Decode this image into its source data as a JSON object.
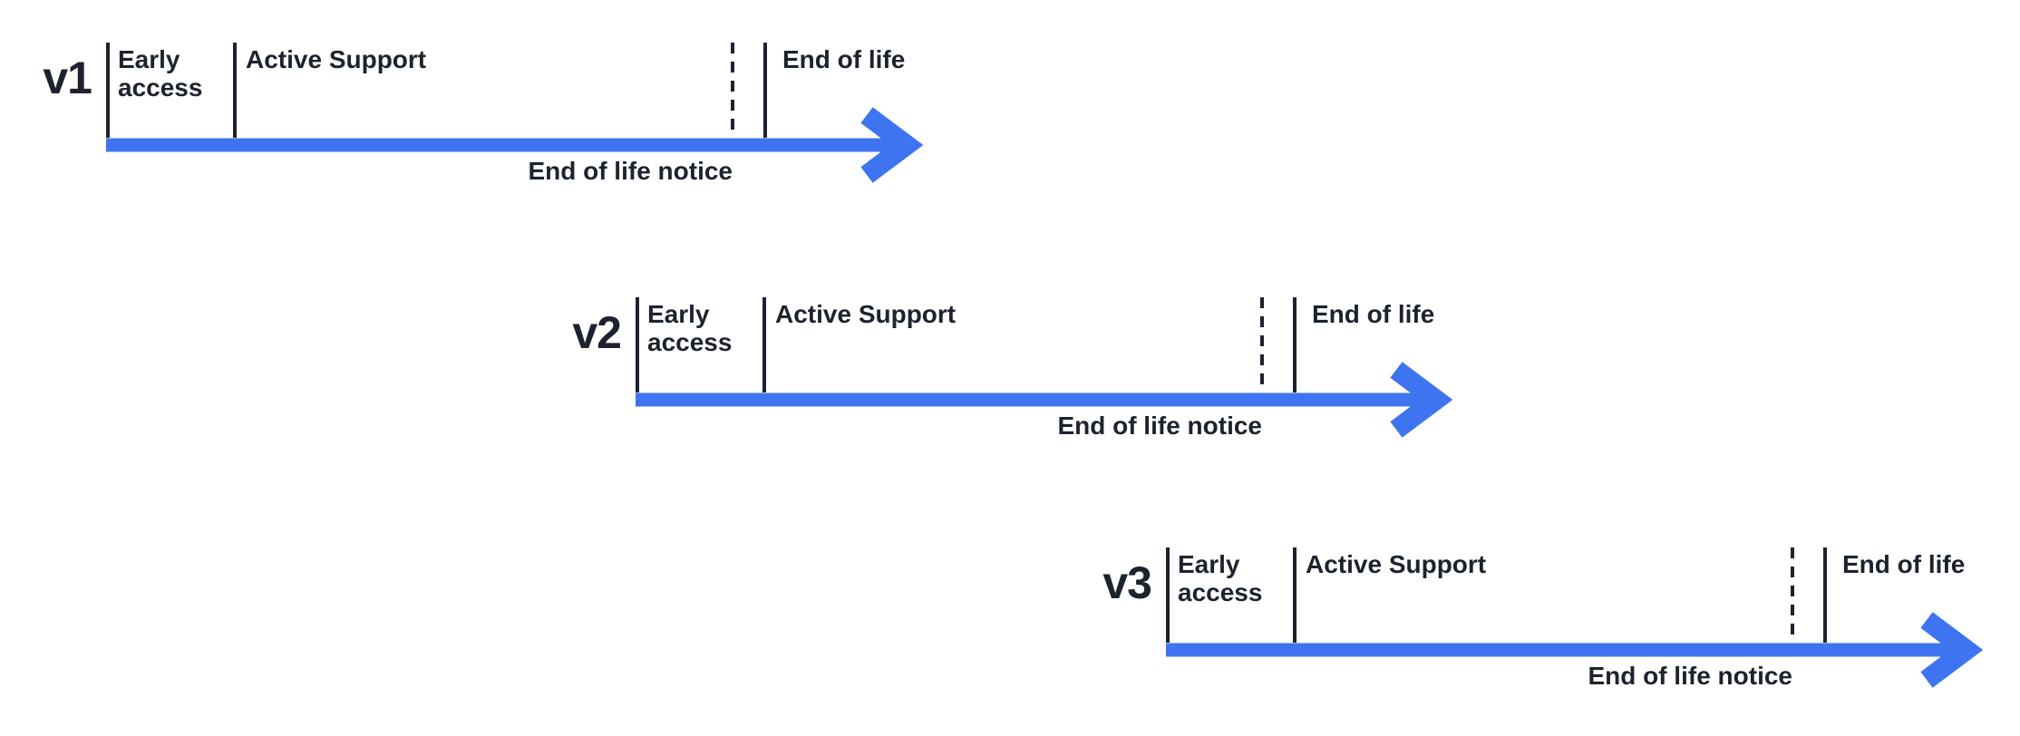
{
  "diagram": {
    "type": "version-lifecycle-timelines",
    "accent_color": "#3F74F0",
    "ink_color": "#1D232E",
    "background_color": "#FFFFFF",
    "timelines": [
      {
        "version": "v1",
        "early_access": "Early access",
        "active_support": "Active Support",
        "end_of_life": "End of life",
        "end_of_life_notice": "End of life notice"
      },
      {
        "version": "v2",
        "early_access": "Early access",
        "active_support": "Active Support",
        "end_of_life": "End of life",
        "end_of_life_notice": "End of life notice"
      },
      {
        "version": "v3",
        "early_access": "Early access",
        "active_support": "Active Support",
        "end_of_life": "End of life",
        "end_of_life_notice": "End of life notice"
      }
    ]
  }
}
